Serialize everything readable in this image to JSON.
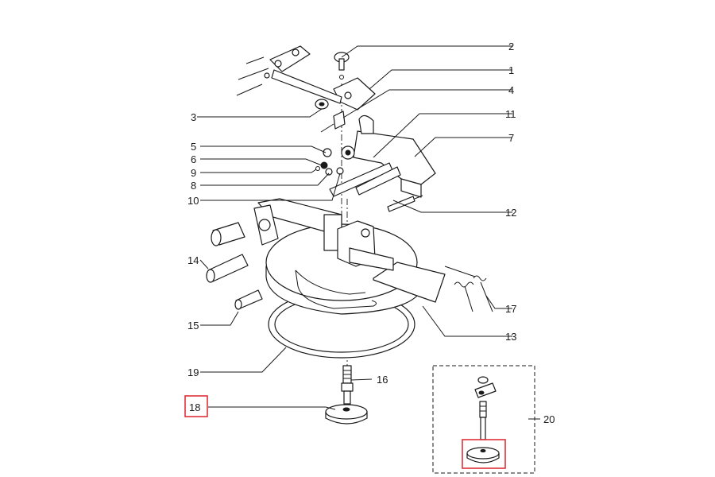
{
  "labels": {
    "p1": "1",
    "p2": "2",
    "p3": "3",
    "p4": "4",
    "p5": "5",
    "p6": "6",
    "p7": "7",
    "p8": "8",
    "p9": "9",
    "p10": "10",
    "p11": "11",
    "p12": "12",
    "p13": "13",
    "p14": "14",
    "p15": "15",
    "p16": "16",
    "p17": "17",
    "p18": "18",
    "p19": "19",
    "p20": "20"
  },
  "highlight_color": "#e0303a",
  "highlighted_parts": [
    "18"
  ]
}
